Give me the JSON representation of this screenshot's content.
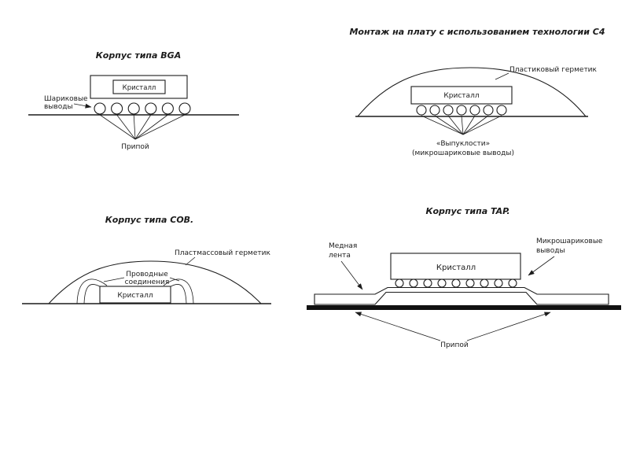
{
  "bga": {
    "title": "Корпус типа BGA",
    "chip": "Кристалл",
    "balls_line1": "Шариковые",
    "balls_line2": "выводы",
    "solder": "Припой"
  },
  "c4": {
    "title": "Монтаж на плату с использованием технологии C4",
    "sealant": "Пластиковый герметик",
    "chip": "Кристалл",
    "bumps_line1": "«Выпуклости»",
    "bumps_line2": "(микрошариковые выводы)"
  },
  "cob": {
    "title": "Корпус типа COB.",
    "sealant": "Пластмассовый герметик",
    "wires_line1": "Проводные",
    "wires_line2": "соединения",
    "chip": "Кристалл"
  },
  "tab": {
    "title": "Корпус типа TAP.",
    "copper_line1": "Медная",
    "copper_line2": "лента",
    "chip": "Кристалл",
    "balls_line1": "Микрошариковые",
    "balls_line2": "выводы",
    "solder": "Припой"
  }
}
